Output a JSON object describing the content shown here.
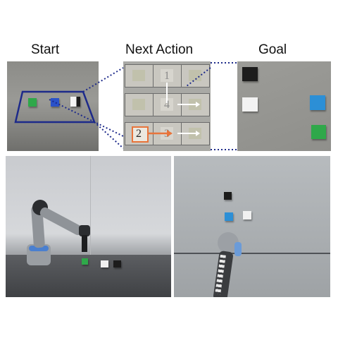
{
  "headings": {
    "start": "Start",
    "next_action": "Next Action",
    "goal": "Goal"
  },
  "grid": {
    "cells": [
      {
        "row": 0,
        "col": 0,
        "content": "ghost"
      },
      {
        "row": 0,
        "col": 1,
        "content": "number",
        "text": "1"
      },
      {
        "row": 0,
        "col": 2,
        "content": "ghost"
      },
      {
        "row": 1,
        "col": 0,
        "content": "ghost"
      },
      {
        "row": 1,
        "col": 1,
        "content": "number",
        "text": "4"
      },
      {
        "row": 1,
        "col": 2,
        "content": "ghost"
      },
      {
        "row": 2,
        "col": 0,
        "content": "number",
        "text": "2",
        "highlight": "orange"
      },
      {
        "row": 2,
        "col": 1,
        "content": "number",
        "text": "3"
      },
      {
        "row": 2,
        "col": 2,
        "content": "ghost"
      }
    ]
  },
  "colors": {
    "frame_blue": "#1d2a8a",
    "action_orange": "#e8743b",
    "cube_black": "#1c1c1c",
    "cube_white": "#f2f2f2",
    "cube_blue": "#2c8fd6",
    "cube_green": "#2fa84a"
  }
}
